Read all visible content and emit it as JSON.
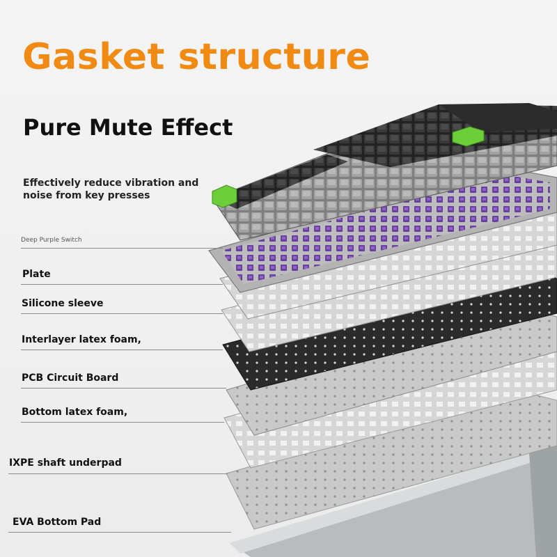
{
  "header": {
    "title": "Gasket structure",
    "subtitle": "Pure Mute Effect",
    "description": "Effectively reduce vibration and noise from key presses"
  },
  "layers": [
    {
      "label": "Deep Purple Switch"
    },
    {
      "label": "Plate"
    },
    {
      "label": "Silicone sleeve"
    },
    {
      "label": "Interlayer latex foam,"
    },
    {
      "label": "PCB Circuit Board"
    },
    {
      "label": "Bottom latex foam,"
    },
    {
      "label": "IXPE shaft underpad"
    },
    {
      "label": "EVA Bottom Pad"
    }
  ],
  "colors": {
    "title": "#f08a12",
    "switch_purple": "#6b3fa0",
    "accent_key_green": "#6ccf3a",
    "keycap_gray": "#9a9a9a",
    "keycap_dark": "#3a3a3a",
    "foam_black": "#2b2b2b",
    "plate_silver": "#cfcfcf"
  }
}
